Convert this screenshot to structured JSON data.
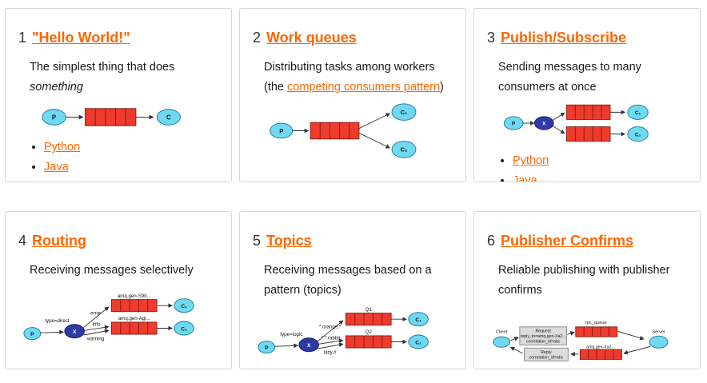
{
  "colors": {
    "accent": "#ff6600",
    "node_fill": "#6fd9f2",
    "exchange_fill": "#2d3aa6",
    "queue_fill": "#ee3b2d",
    "box_fill": "#dcdcdc"
  },
  "cards": [
    {
      "number": "1",
      "title": "\"Hello World!\"",
      "desc_before": "The simplest thing that does ",
      "desc_em": "something",
      "links": [
        "Python",
        "Java"
      ],
      "diagram": {
        "producer": "P",
        "consumer": "C"
      }
    },
    {
      "number": "2",
      "title": "Work queues",
      "desc_before": "Distributing tasks among workers (the ",
      "desc_link": "competing consumers pattern",
      "desc_after": ")",
      "diagram": {
        "producer": "P",
        "consumer1": "C₁",
        "consumer2": "C₂"
      }
    },
    {
      "number": "3",
      "title": "Publish/Subscribe",
      "desc": "Sending messages to many consumers at once",
      "links": [
        "Python",
        "Java"
      ],
      "diagram": {
        "producer": "P",
        "exchange": "X",
        "consumer1": "C₁",
        "consumer2": "C₂"
      }
    },
    {
      "number": "4",
      "title": "Routing",
      "desc": "Receiving messages selectively",
      "diagram": {
        "producer": "P",
        "exchange": "X",
        "exchange_type": "type=direct",
        "binding1": "error",
        "binding2": "info",
        "binding3": "warning",
        "queue1": "amq.gen-S9b...",
        "queue2": "amq.gen-Agl...",
        "consumer1": "C₁",
        "consumer2": "C₂"
      }
    },
    {
      "number": "5",
      "title": "Topics",
      "desc": "Receiving messages based on a pattern (topics)",
      "diagram": {
        "producer": "P",
        "exchange": "X",
        "exchange_type": "type=topic",
        "binding1": "*.orange.*",
        "binding2": "*.*.rabbit",
        "binding3": "lazy.#",
        "queue1": "Q1",
        "queue2": "Q2",
        "consumer1": "C₁",
        "consumer2": "C₂"
      }
    },
    {
      "number": "6",
      "title": "Publisher Confirms",
      "desc": "Reliable publishing with publisher confirms",
      "diagram": {
        "client": "Client",
        "server": "Server",
        "request_line1": "Request",
        "request_line2": "reply_to=amq.gen-Xa2...",
        "request_line3": "correlation_id=abc",
        "rpc_queue": "rpc_queue",
        "reply_queue": "amq.gen-Xa2...",
        "reply_line1": "Reply",
        "reply_line2": "correlation_id=abc"
      }
    }
  ]
}
